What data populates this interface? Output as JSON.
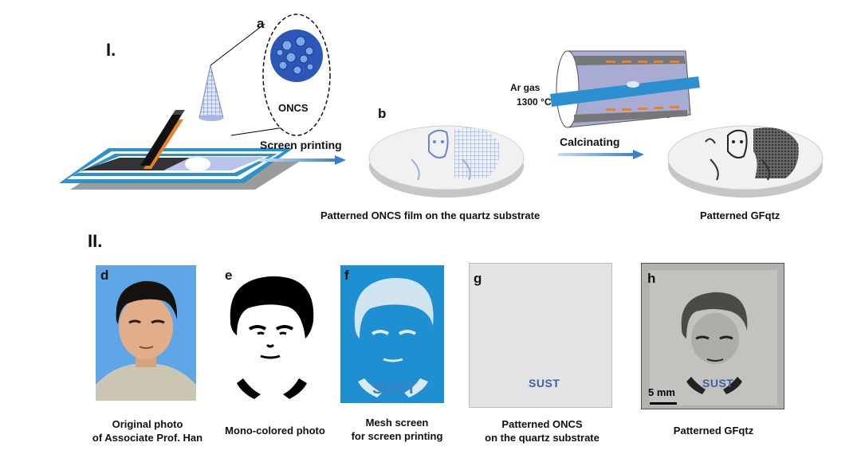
{
  "panel_I": {
    "roman": "I.",
    "letters": {
      "a": "a",
      "b": "b",
      "c": "c"
    },
    "oncs_label": "ONCS",
    "arrow1_label": "Screen printing",
    "arrow2_label": "Calcinating",
    "furnace_gas": "Ar gas",
    "furnace_temp": "1300 °C",
    "caption_b": "Patterned ONCS film on the quartz substrate",
    "caption_c": "Patterned GFqtz"
  },
  "panel_II": {
    "roman": "II.",
    "panels": [
      {
        "letter": "d",
        "caption_line1": "Original photo",
        "caption_line2": "of Associate Prof. Han"
      },
      {
        "letter": "e",
        "caption_line1": "Mono-colored photo",
        "caption_line2": ""
      },
      {
        "letter": "f",
        "caption_line1": "Mesh screen",
        "caption_line2": "for screen printing"
      },
      {
        "letter": "g",
        "caption_line1": "Patterned ONCS",
        "caption_line2": "on the quartz substrate"
      },
      {
        "letter": "h",
        "caption_line1": "Patterned GFqtz",
        "caption_line2": ""
      }
    ],
    "sust_text": "SUST",
    "scale_bar": "5 mm"
  },
  "colors": {
    "blue_screen": "#1e8fd0",
    "photo_bg": "#5ea6e6",
    "oncs_blue": "#2c56b8",
    "arrow": "#3a82c8"
  }
}
